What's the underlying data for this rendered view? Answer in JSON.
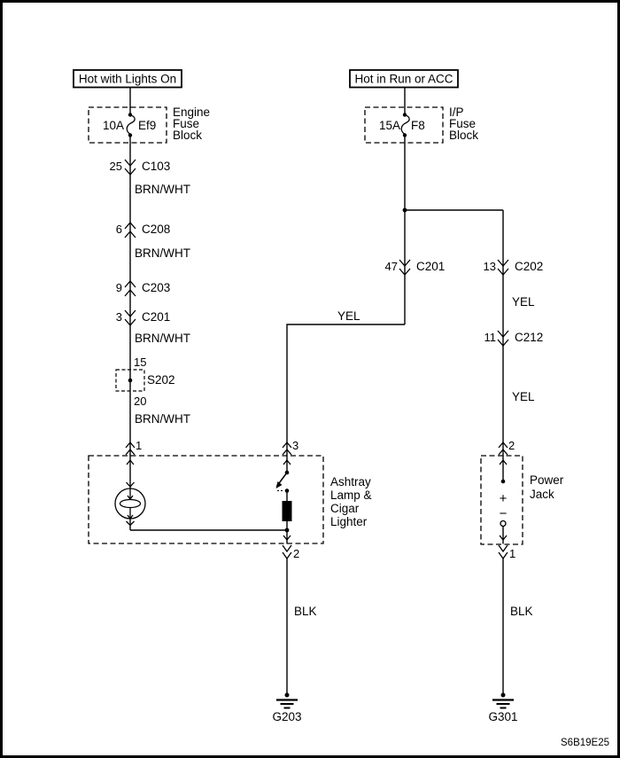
{
  "diagram_code": "S6B19E25",
  "colors": {
    "line": "#000000",
    "background": "#ffffff"
  },
  "sources": {
    "left": "Hot with Lights On",
    "right": "Hot in Run or ACC"
  },
  "fuse_left": {
    "rating": "10A",
    "id": "Ef9",
    "block": {
      "l1": "Engine",
      "l2": "Fuse",
      "l3": "Block"
    }
  },
  "fuse_right": {
    "rating": "15A",
    "id": "F8",
    "block": {
      "l1": "I/P",
      "l2": "Fuse",
      "l3": "Block"
    }
  },
  "left": {
    "c103_pin": "25",
    "c103_name": "C103",
    "w1": "BRN/WHT",
    "c208_pin": "6",
    "c208_name": "C208",
    "w2": "BRN/WHT",
    "c203_pin": "9",
    "c203_name": "C203",
    "c201_pin": "3",
    "c201_name": "C201",
    "w3": "BRN/WHT",
    "s202_top": "15",
    "s202_name": "S202",
    "s202_bottom": "20",
    "w4": "BRN/WHT",
    "pin1": "1"
  },
  "middle": {
    "c201_pin": "47",
    "c201_name": "C201",
    "w": "YEL",
    "pin3": "3",
    "pin2": "2",
    "blk": "BLK",
    "ground": "G203"
  },
  "right": {
    "c202_pin": "13",
    "c202_name": "C202",
    "w1": "YEL",
    "c212_pin": "11",
    "c212_name": "C212",
    "w2": "YEL",
    "pin2": "2",
    "pin1": "1",
    "blk": "BLK",
    "ground": "G301"
  },
  "ashtray": {
    "l1": "Ashtray",
    "l2": "Lamp &",
    "l3": "Cigar",
    "l4": "Lighter"
  },
  "jack": {
    "l1": "Power",
    "l2": "Jack",
    "plus": "+",
    "minus": "−"
  }
}
